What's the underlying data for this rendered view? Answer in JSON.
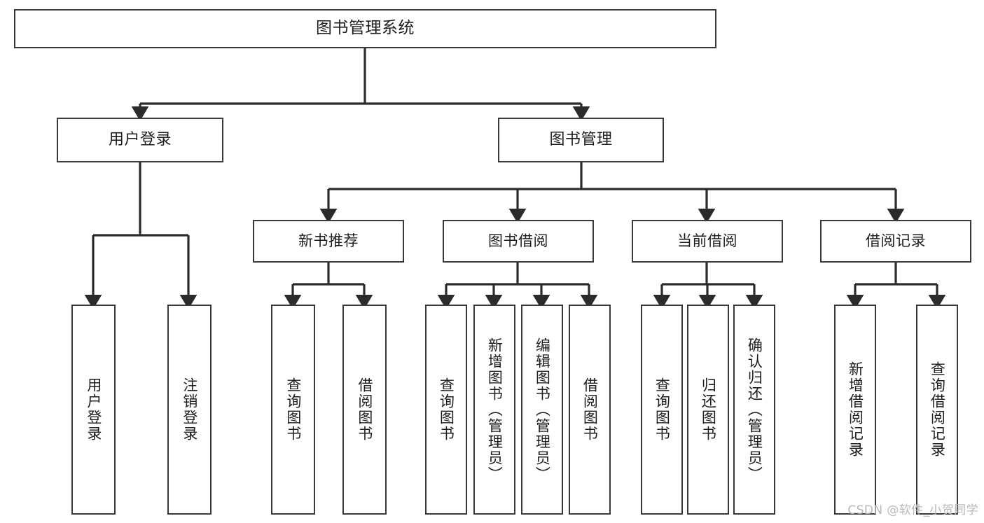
{
  "diagram": {
    "title": "图书管理系统",
    "type": "tree-hierarchy-chart",
    "root": {
      "label": "图书管理系统"
    },
    "level1": [
      {
        "label": "用户登录"
      },
      {
        "label": "图书管理"
      }
    ],
    "level2": [
      {
        "label": "新书推荐"
      },
      {
        "label": "图书借阅"
      },
      {
        "label": "当前借阅"
      },
      {
        "label": "借阅记录"
      }
    ],
    "leaves": {
      "user_login": [
        {
          "label": "用户登录"
        },
        {
          "label": "注销登录"
        }
      ],
      "new_book_recommend": [
        {
          "label": "查询图书"
        },
        {
          "label": "借阅图书"
        }
      ],
      "book_borrow": [
        {
          "label": "查询图书"
        },
        {
          "label": "新增图书（管理员）"
        },
        {
          "label": "编辑图书（管理员）"
        },
        {
          "label": "借阅图书"
        }
      ],
      "current_borrow": [
        {
          "label": "查询图书"
        },
        {
          "label": "归还图书"
        },
        {
          "label": "确认归还（管理员）"
        }
      ],
      "borrow_record": [
        {
          "label": "新增借阅记录"
        },
        {
          "label": "查询借阅记录"
        }
      ]
    },
    "watermark": "CSDN @软件_小贺同学",
    "colors": {
      "border": "#3a3a3a",
      "connector": "#2b2b2b",
      "background": "#ffffff",
      "text": "#1d1d1d",
      "watermark": "#b9b9b9"
    }
  }
}
